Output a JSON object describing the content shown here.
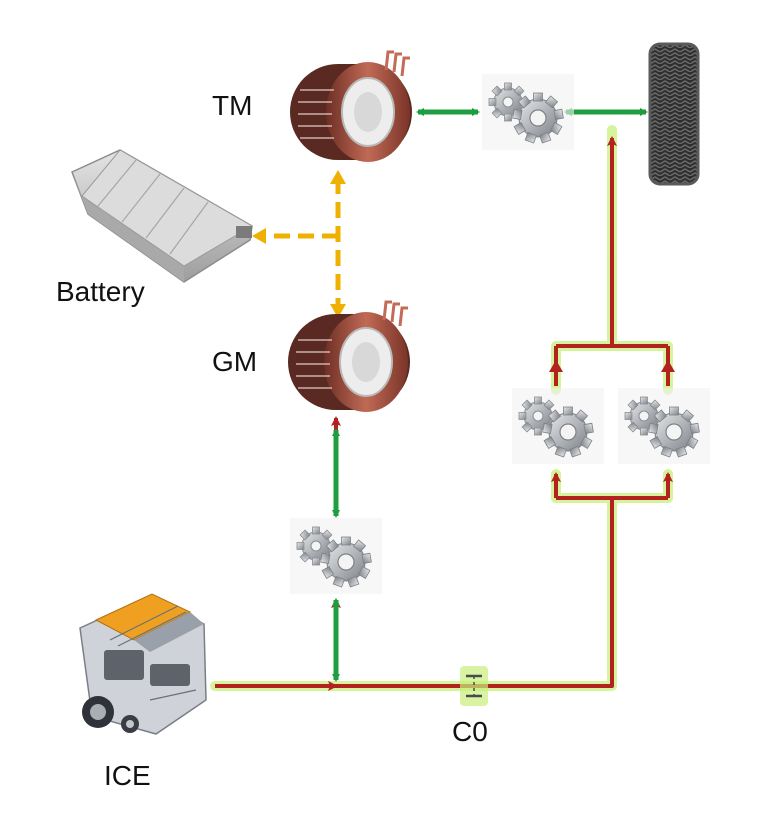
{
  "labels": {
    "tm": "TM",
    "battery": "Battery",
    "gm": "GM",
    "c0": "C0",
    "ice": "ICE"
  },
  "colors": {
    "mechanical_power": "#b2221e",
    "mechanical_glow": "#c8f07a",
    "bidirectional_link": "#1e9e3e",
    "electrical_link": "#f0b000",
    "motor_copper": "#9a4a3c",
    "gear_silver": "#a8acb2",
    "tire": "#3a3a3a",
    "battery_body": "#cfcfcf",
    "engine_accent": "#f0a020"
  },
  "icons": [
    "traction-motor-icon",
    "generator-motor-icon",
    "battery-pack-icon",
    "engine-icon",
    "wheel-tire-icon",
    "gear-icon",
    "clutch-icon"
  ]
}
